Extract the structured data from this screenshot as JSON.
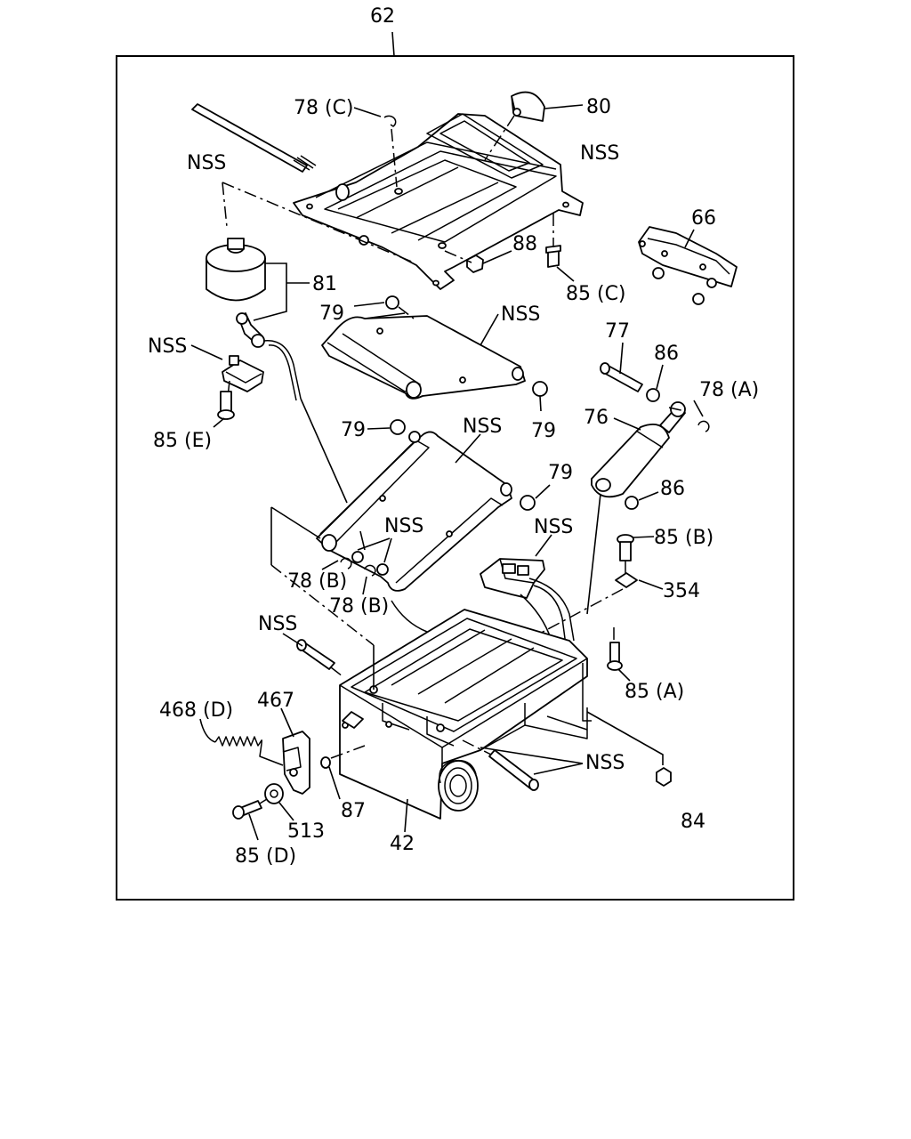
{
  "diagram": {
    "assembly_number": "62",
    "labels": {
      "p78c": "78 (C)",
      "p80": "80",
      "nss_rod_top": "NSS",
      "nss_top_frame": "NSS",
      "p66": "66",
      "p88": "88",
      "p85c": "85 (C)",
      "p81": "81",
      "p79_a": "79",
      "nss_upper_arm": "NSS",
      "nss_bracket": "NSS",
      "p77": "77",
      "p86_a": "86",
      "p78a": "78 (A)",
      "p85e": "85 (E)",
      "p76": "76",
      "p79_b": "79",
      "p79_c": "79",
      "nss_lower_arm": "NSS",
      "p79_d": "79",
      "p86_b": "86",
      "nss_bushings": "NSS",
      "nss_switch": "NSS",
      "p85b": "85 (B)",
      "p78b_a": "78 (B)",
      "p78b_b": "78 (B)",
      "p354": "354",
      "nss_pin": "NSS",
      "p85a": "85 (A)",
      "p468d": "468 (D)",
      "p467": "467",
      "nss_bolt": "NSS",
      "p87": "87",
      "p84": "84",
      "p513": "513",
      "p85d": "85 (D)",
      "p42": "42"
    }
  }
}
